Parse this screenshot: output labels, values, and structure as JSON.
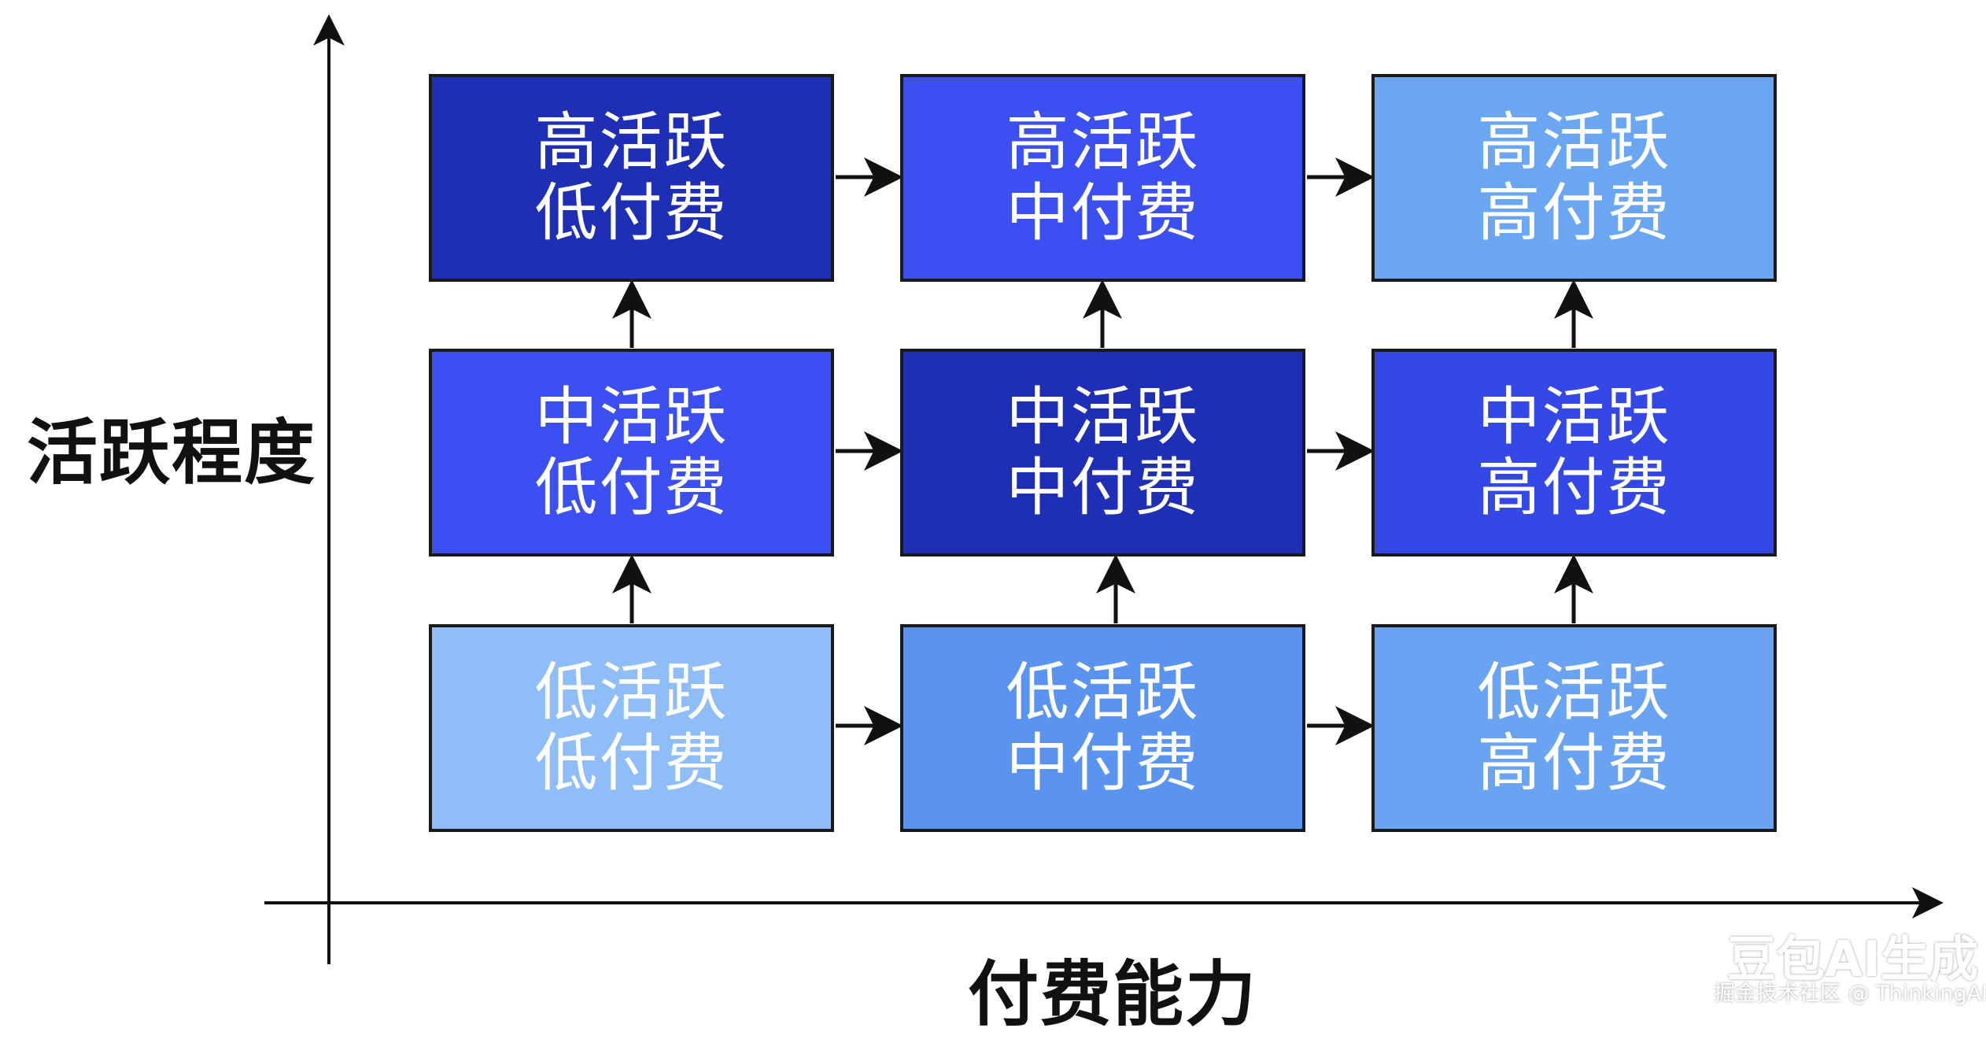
{
  "axes": {
    "y_label": "活跃程度",
    "x_label": "付费能力"
  },
  "cells": {
    "high_low": {
      "line1": "高活跃",
      "line2": "低付费",
      "color": "#1e2fb5"
    },
    "high_mid": {
      "line1": "高活跃",
      "line2": "中付费",
      "color": "#3c4ff0"
    },
    "high_high": {
      "line1": "高活跃",
      "line2": "高付费",
      "color": "#6ba6f2"
    },
    "mid_low": {
      "line1": "中活跃",
      "line2": "低付费",
      "color": "#3c4ff0"
    },
    "mid_mid": {
      "line1": "中活跃",
      "line2": "中付费",
      "color": "#1e2fb5"
    },
    "mid_high": {
      "line1": "中活跃",
      "line2": "高付费",
      "color": "#3448e8"
    },
    "low_low": {
      "line1": "低活跃",
      "line2": "低付费",
      "color": "#8fbdf7"
    },
    "low_mid": {
      "line1": "低活跃",
      "line2": "中付费",
      "color": "#5b93f0"
    },
    "low_high": {
      "line1": "低活跃",
      "line2": "高付费",
      "color": "#6aa3f2"
    }
  },
  "watermark": {
    "brand": "豆包AI生成",
    "credit": "掘金技术社区 @ ThinkingAI"
  }
}
